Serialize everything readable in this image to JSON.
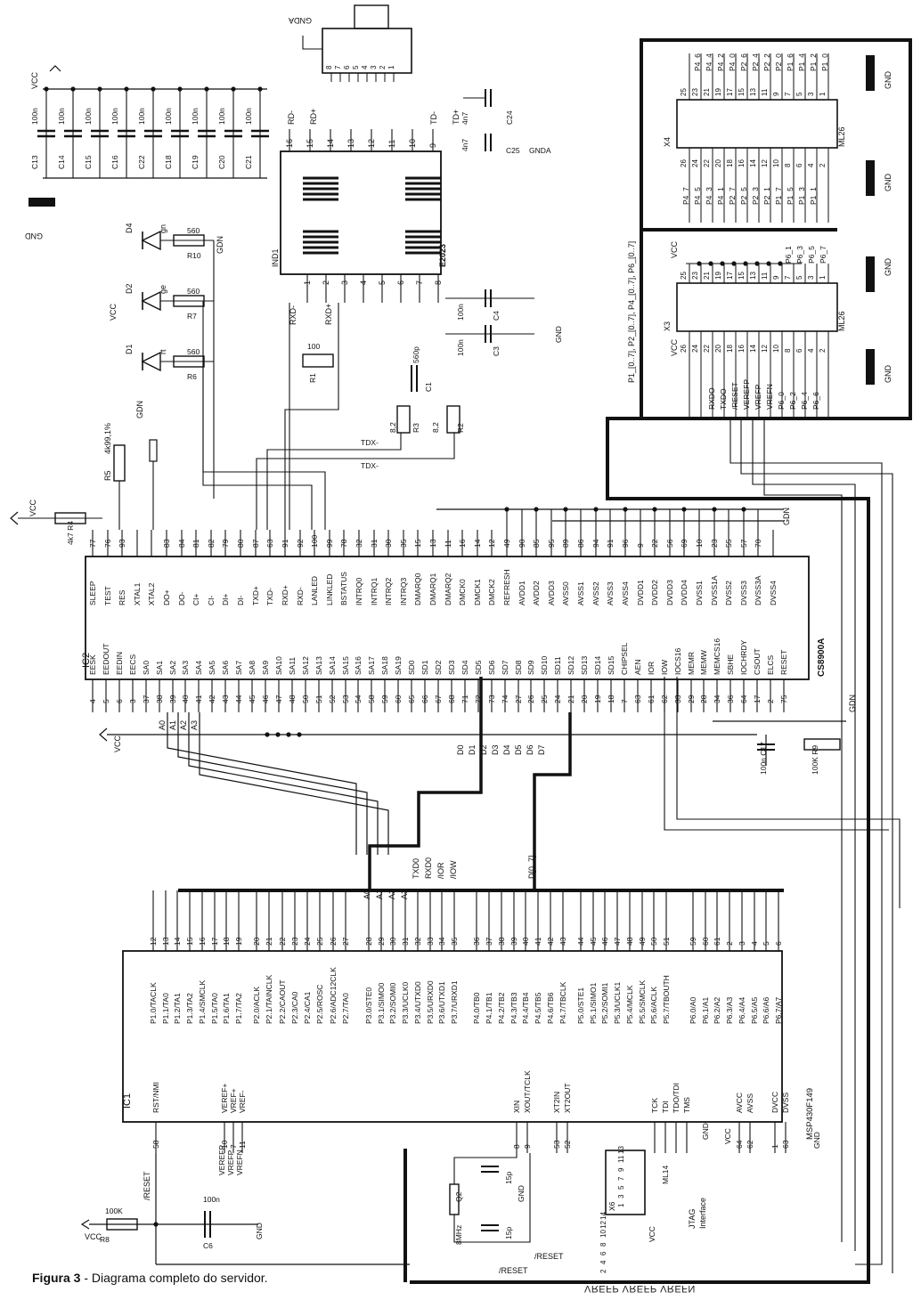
{
  "caption": {
    "prefix": "Figura 3",
    "text": " - Diagrama completo do servidor."
  },
  "bottom_mirror_text": "VREFP VREFP VREFN",
  "power": {
    "vcc": "VCC",
    "gnd": "GND",
    "gdn": "GDN",
    "gnda": "GNDA"
  },
  "decoupling": {
    "caps": [
      "C13",
      "C14",
      "C15",
      "C16",
      "C22",
      "C18",
      "C19",
      "C20",
      "C21"
    ],
    "value": "100n"
  },
  "leds": [
    {
      "ref": "D4",
      "color": "gn",
      "res": "R10",
      "val": "560"
    },
    {
      "ref": "D2",
      "color": "ge",
      "res": "R7",
      "val": "560"
    },
    {
      "ref": "D1",
      "color": "rt",
      "res": "R6",
      "val": "560"
    }
  ],
  "misc_parts": {
    "r5": "R5",
    "r5_val": "4k99,1%",
    "r4": "R4",
    "r4_val": "4k7",
    "r1": "R1",
    "r1_val": "100",
    "r3": "R3",
    "r3_val": "8,2",
    "r2": "R2",
    "r2_val": "8,2",
    "c1": "C1",
    "c1_val": "560p",
    "c3": "C3",
    "c3_val": "100n",
    "c4": "C4",
    "c4_val": "100n",
    "c24": "C24",
    "c24_val": "4n7",
    "c25": "C25",
    "c25_val": "4n7",
    "c17": "C17",
    "c17_val": "100n",
    "r9": "R9",
    "r9_val": "100K",
    "r8": "R8",
    "r8_val": "100K",
    "c6": "C6",
    "c6_val": "100n",
    "q2": "Q2",
    "q2_val": "8MHz",
    "cap15p": "15p",
    "tdx_minus": "TDX-",
    "tdx_minus_2": "TDX-"
  },
  "transformer": {
    "ref": "IND1",
    "part": "E2023",
    "top_pins": [
      "16",
      "15",
      "14",
      "13",
      "12",
      "11",
      "10",
      "9"
    ],
    "top_labels": [
      "RD-",
      "RD+",
      "TD-",
      "TD+"
    ],
    "bottom_pins": [
      "1",
      "2",
      "3",
      "4",
      "5",
      "6",
      "7",
      "8"
    ],
    "bottom_labels": [
      "RXD-",
      "RXD+"
    ]
  },
  "ic2": {
    "ref": "IC2",
    "part": "CS8900A",
    "top_pins": [
      {
        "n": "77",
        "s": "SLEEP"
      },
      {
        "n": "76",
        "s": "TEST"
      },
      {
        "n": "93",
        "s": "RES"
      },
      {
        "n": "",
        "s": "XTAL1"
      },
      {
        "n": "",
        "s": "XTAL2"
      },
      {
        "n": "83",
        "s": "DO+"
      },
      {
        "n": "84",
        "s": "DO-"
      },
      {
        "n": "81",
        "s": "CI+"
      },
      {
        "n": "82",
        "s": "CI-"
      },
      {
        "n": "79",
        "s": "DI+"
      },
      {
        "n": "80",
        "s": "DI-"
      },
      {
        "n": "87",
        "s": "TXD+"
      },
      {
        "n": "63",
        "s": "TXD-"
      },
      {
        "n": "91",
        "s": "RXD+"
      },
      {
        "n": "92",
        "s": "RXD-"
      },
      {
        "n": "100",
        "s": "LANLED"
      },
      {
        "n": "99",
        "s": "LINKLED"
      },
      {
        "n": "78",
        "s": "BSTATUS"
      },
      {
        "n": "32",
        "s": "INTRQ0"
      },
      {
        "n": "31",
        "s": "INTRQ1"
      },
      {
        "n": "30",
        "s": "INTRQ2"
      },
      {
        "n": "35",
        "s": "INTRQ3"
      },
      {
        "n": "15",
        "s": "DMARQ0"
      },
      {
        "n": "13",
        "s": "DMARQ1"
      },
      {
        "n": "11",
        "s": "DMARQ2"
      },
      {
        "n": "16",
        "s": "DMCK0"
      },
      {
        "n": "14",
        "s": "DMCK1"
      },
      {
        "n": "12",
        "s": "DMCK2"
      },
      {
        "n": "49",
        "s": "REFRESH"
      },
      {
        "n": "90",
        "s": "AVDD1"
      },
      {
        "n": "85",
        "s": "AVDD2"
      },
      {
        "n": "95",
        "s": "AVDD3"
      },
      {
        "n": "89",
        "s": "AVSS0"
      },
      {
        "n": "86",
        "s": "AVSS1"
      },
      {
        "n": "94",
        "s": "AVSS2"
      },
      {
        "n": "91",
        "s": "AVSS3"
      },
      {
        "n": "96",
        "s": "AVSS4"
      },
      {
        "n": "9",
        "s": "DVDD1"
      },
      {
        "n": "22",
        "s": "DVDD2"
      },
      {
        "n": "56",
        "s": "DVDD3"
      },
      {
        "n": "69",
        "s": "DVDD4"
      },
      {
        "n": "10",
        "s": "DVSS1"
      },
      {
        "n": "23",
        "s": "DVSS1A"
      },
      {
        "n": "55",
        "s": "DVSS2"
      },
      {
        "n": "57",
        "s": "DVSS3"
      },
      {
        "n": "70",
        "s": "DVSS3A"
      },
      {
        "n": "",
        "s": "DVSS4"
      }
    ],
    "bottom_pins": [
      {
        "n": "4",
        "s": "EESK"
      },
      {
        "n": "5",
        "s": "EEDOUT"
      },
      {
        "n": "6",
        "s": "EEDIN"
      },
      {
        "n": "3",
        "s": "EECS"
      },
      {
        "n": "37",
        "s": "SA0"
      },
      {
        "n": "38",
        "s": "SA1"
      },
      {
        "n": "39",
        "s": "SA2"
      },
      {
        "n": "40",
        "s": "SA3"
      },
      {
        "n": "41",
        "s": "SA4"
      },
      {
        "n": "42",
        "s": "SA5"
      },
      {
        "n": "43",
        "s": "SA6"
      },
      {
        "n": "44",
        "s": "SA7"
      },
      {
        "n": "45",
        "s": "SA8"
      },
      {
        "n": "46",
        "s": "SA9"
      },
      {
        "n": "47",
        "s": "SA10"
      },
      {
        "n": "48",
        "s": "SA11"
      },
      {
        "n": "50",
        "s": "SA12"
      },
      {
        "n": "51",
        "s": "SA13"
      },
      {
        "n": "52",
        "s": "SA14"
      },
      {
        "n": "53",
        "s": "SA15"
      },
      {
        "n": "54",
        "s": "SA16"
      },
      {
        "n": "58",
        "s": "SA17"
      },
      {
        "n": "59",
        "s": "SA18"
      },
      {
        "n": "60",
        "s": "SA19"
      },
      {
        "n": "65",
        "s": "SD0"
      },
      {
        "n": "66",
        "s": "SD1"
      },
      {
        "n": "67",
        "s": "SD2"
      },
      {
        "n": "68",
        "s": "SD3"
      },
      {
        "n": "71",
        "s": "SD4"
      },
      {
        "n": "72",
        "s": "SD5"
      },
      {
        "n": "73",
        "s": "SD6"
      },
      {
        "n": "74",
        "s": "SD7"
      },
      {
        "n": "27",
        "s": "SD8"
      },
      {
        "n": "26",
        "s": "SD9"
      },
      {
        "n": "25",
        "s": "SD10"
      },
      {
        "n": "24",
        "s": "SD11"
      },
      {
        "n": "21",
        "s": "SD12"
      },
      {
        "n": "20",
        "s": "SD13"
      },
      {
        "n": "19",
        "s": "SD14"
      },
      {
        "n": "18",
        "s": "SD15"
      },
      {
        "n": "7",
        "s": "CHIPSEL"
      },
      {
        "n": "63",
        "s": "AEN"
      },
      {
        "n": "61",
        "s": "IOR"
      },
      {
        "n": "62",
        "s": "IOW"
      },
      {
        "n": "33",
        "s": "IOCS16"
      },
      {
        "n": "29",
        "s": "MEMR"
      },
      {
        "n": "28",
        "s": "MEMW"
      },
      {
        "n": "34",
        "s": "MEMCS16"
      },
      {
        "n": "36",
        "s": "SBHE"
      },
      {
        "n": "64",
        "s": "IOCHRDY"
      },
      {
        "n": "17",
        "s": "CSOUT"
      },
      {
        "n": "2",
        "s": "ELCS"
      },
      {
        "n": "75",
        "s": "RESET"
      }
    ],
    "addr_labels": [
      "A0",
      "A1",
      "A2",
      "A3"
    ],
    "data_labels": [
      "D0",
      "D1",
      "D2",
      "D3",
      "D4",
      "D5",
      "D6",
      "D7"
    ]
  },
  "ic1": {
    "ref": "IC1",
    "part": "MSP430F149",
    "top_pins": [
      {
        "n": "12",
        "s": "P1.0/TACLK"
      },
      {
        "n": "13",
        "s": "P1.1/TA0"
      },
      {
        "n": "14",
        "s": "P1.2/TA1"
      },
      {
        "n": "15",
        "s": "P1.3/TA2"
      },
      {
        "n": "16",
        "s": "P1.4/SMCLK"
      },
      {
        "n": "17",
        "s": "P1.5/TA0"
      },
      {
        "n": "18",
        "s": "P1.6/TA1"
      },
      {
        "n": "19",
        "s": "P1.7/TA2"
      },
      {
        "n": "20",
        "s": "P2.0/ACLK"
      },
      {
        "n": "21",
        "s": "P2.1/TAINCLK"
      },
      {
        "n": "22",
        "s": "P2.2/CAOUT"
      },
      {
        "n": "23",
        "s": "P2.3/CA0"
      },
      {
        "n": "24",
        "s": "P2.4/CA1"
      },
      {
        "n": "25",
        "s": "P2.5/ROSC"
      },
      {
        "n": "26",
        "s": "P2.6/ADC12CLK"
      },
      {
        "n": "27",
        "s": "P2.7/TA0"
      },
      {
        "n": "28",
        "s": "P3.0/STE0"
      },
      {
        "n": "29",
        "s": "P3.1/SIMO0"
      },
      {
        "n": "30",
        "s": "P3.2/SOMI0"
      },
      {
        "n": "31",
        "s": "P3.3/UCLK0"
      },
      {
        "n": "32",
        "s": "P3.4/UTXD0"
      },
      {
        "n": "33",
        "s": "P3.5/URXD0"
      },
      {
        "n": "34",
        "s": "P3.6/UTXD1"
      },
      {
        "n": "35",
        "s": "P3.7/URXD1"
      },
      {
        "n": "36",
        "s": "P4.0/TB0"
      },
      {
        "n": "37",
        "s": "P4.1/TB1"
      },
      {
        "n": "38",
        "s": "P4.2/TB2"
      },
      {
        "n": "39",
        "s": "P4.3/TB3"
      },
      {
        "n": "40",
        "s": "P4.4/TB4"
      },
      {
        "n": "41",
        "s": "P4.5/TB5"
      },
      {
        "n": "42",
        "s": "P4.6/TB6"
      },
      {
        "n": "43",
        "s": "P4.7/TBCLK"
      },
      {
        "n": "44",
        "s": "P5.0/STE1"
      },
      {
        "n": "45",
        "s": "P5.1/SIMO1"
      },
      {
        "n": "46",
        "s": "P5.2/SOMI1"
      },
      {
        "n": "47",
        "s": "P5.3/UCLK1"
      },
      {
        "n": "48",
        "s": "P5.4/MCLK"
      },
      {
        "n": "49",
        "s": "P5.5/SMCLK"
      },
      {
        "n": "50",
        "s": "P5.6/ACLK"
      },
      {
        "n": "51",
        "s": "P5.7/TBOUTH"
      },
      {
        "n": "59",
        "s": "P6.0/A0"
      },
      {
        "n": "60",
        "s": "P6.1/A1"
      },
      {
        "n": "61",
        "s": "P6.2/A2"
      },
      {
        "n": "2",
        "s": "P6.3/A3"
      },
      {
        "n": "3",
        "s": "P6.4/A4"
      },
      {
        "n": "4",
        "s": "P6.5/A5"
      },
      {
        "n": "5",
        "s": "P6.6/A6"
      },
      {
        "n": "6",
        "s": "P6.7/A7"
      }
    ],
    "bottom_pins": [
      {
        "n": "58",
        "s": "RST/NMI"
      },
      {
        "n": "10",
        "s": "VEREF+"
      },
      {
        "n": "7",
        "s": "VREF+"
      },
      {
        "n": "11",
        "s": "VREF-"
      },
      {
        "n": "8",
        "s": "XIN"
      },
      {
        "n": "9",
        "s": "XOUT/TCLK"
      },
      {
        "n": "53",
        "s": "XT2IN"
      },
      {
        "n": "52",
        "s": "XT2OUT"
      },
      {
        "n": "",
        "s": "TCK"
      },
      {
        "n": "",
        "s": "TDI"
      },
      {
        "n": "",
        "s": "TDO/TDI"
      },
      {
        "n": "",
        "s": "TMS"
      },
      {
        "n": "64",
        "s": "AVCC"
      },
      {
        "n": "62",
        "s": "AVSS"
      },
      {
        "n": "1",
        "s": "DVCC"
      },
      {
        "n": "63",
        "s": "DVSS"
      }
    ],
    "bus_labels": [
      "A0",
      "A1",
      "A2",
      "A3",
      "TXD0",
      "RXD0",
      "/IOR",
      "/IOW",
      "D[0..7]"
    ],
    "rst_label": "/RESET",
    "vref_labels": [
      "VEREFP",
      "VREFP",
      "VREFN"
    ]
  },
  "connectors": {
    "x4": {
      "ref": "X4",
      "type": "ML26"
    },
    "x3": {
      "ref": "X3",
      "type": "ML26"
    },
    "x6": {
      "ref": "X6",
      "type": "ML14"
    },
    "x4_pins_top": [
      "25",
      "23",
      "21",
      "19",
      "17",
      "15",
      "13",
      "11",
      "9",
      "7",
      "5",
      "3",
      "1"
    ],
    "x4_pins_bottom": [
      "26",
      "24",
      "22",
      "20",
      "18",
      "16",
      "14",
      "12",
      "10",
      "8",
      "6",
      "4",
      "2"
    ],
    "x4_sig_top": [
      "P4_6",
      "P4_4",
      "P4_2",
      "P4_0",
      "P2_6",
      "P2_4",
      "P2_2",
      "P2_0",
      "P1_6",
      "P1_4",
      "P1_2",
      "P1_0"
    ],
    "x4_sig_bottom": [
      "P4_7",
      "P4_5",
      "P4_3",
      "P4_1",
      "P2_7",
      "P2_5",
      "P2_3",
      "P2_1",
      "P1_7",
      "P1_5",
      "P1_3",
      "P1_1"
    ],
    "x3_sig_top": [
      "P6_1",
      "P6_3",
      "P6_5",
      "P6_7"
    ],
    "x3_sig_bottom": [
      "RXDO",
      "TXDO",
      "/RESET",
      "VEREFP",
      "VREFP",
      "VREFN",
      "P6_0",
      "P6_2",
      "P6_4",
      "P6_6"
    ],
    "bus_text": "P1_[0..7], P2_[0..7], P4_[0..7], P6_[0..7]",
    "jtag": "JTAG",
    "interface": "Interface",
    "x6_pins_top": [
      "13",
      "11",
      "9",
      "7",
      "5",
      "3",
      "1"
    ],
    "x6_pins_bottom": [
      "14",
      "12",
      "10",
      "8",
      "6",
      "4",
      "2"
    ]
  },
  "reset_bottom": "/RESET",
  "reset_bottom_2": "/RESET"
}
